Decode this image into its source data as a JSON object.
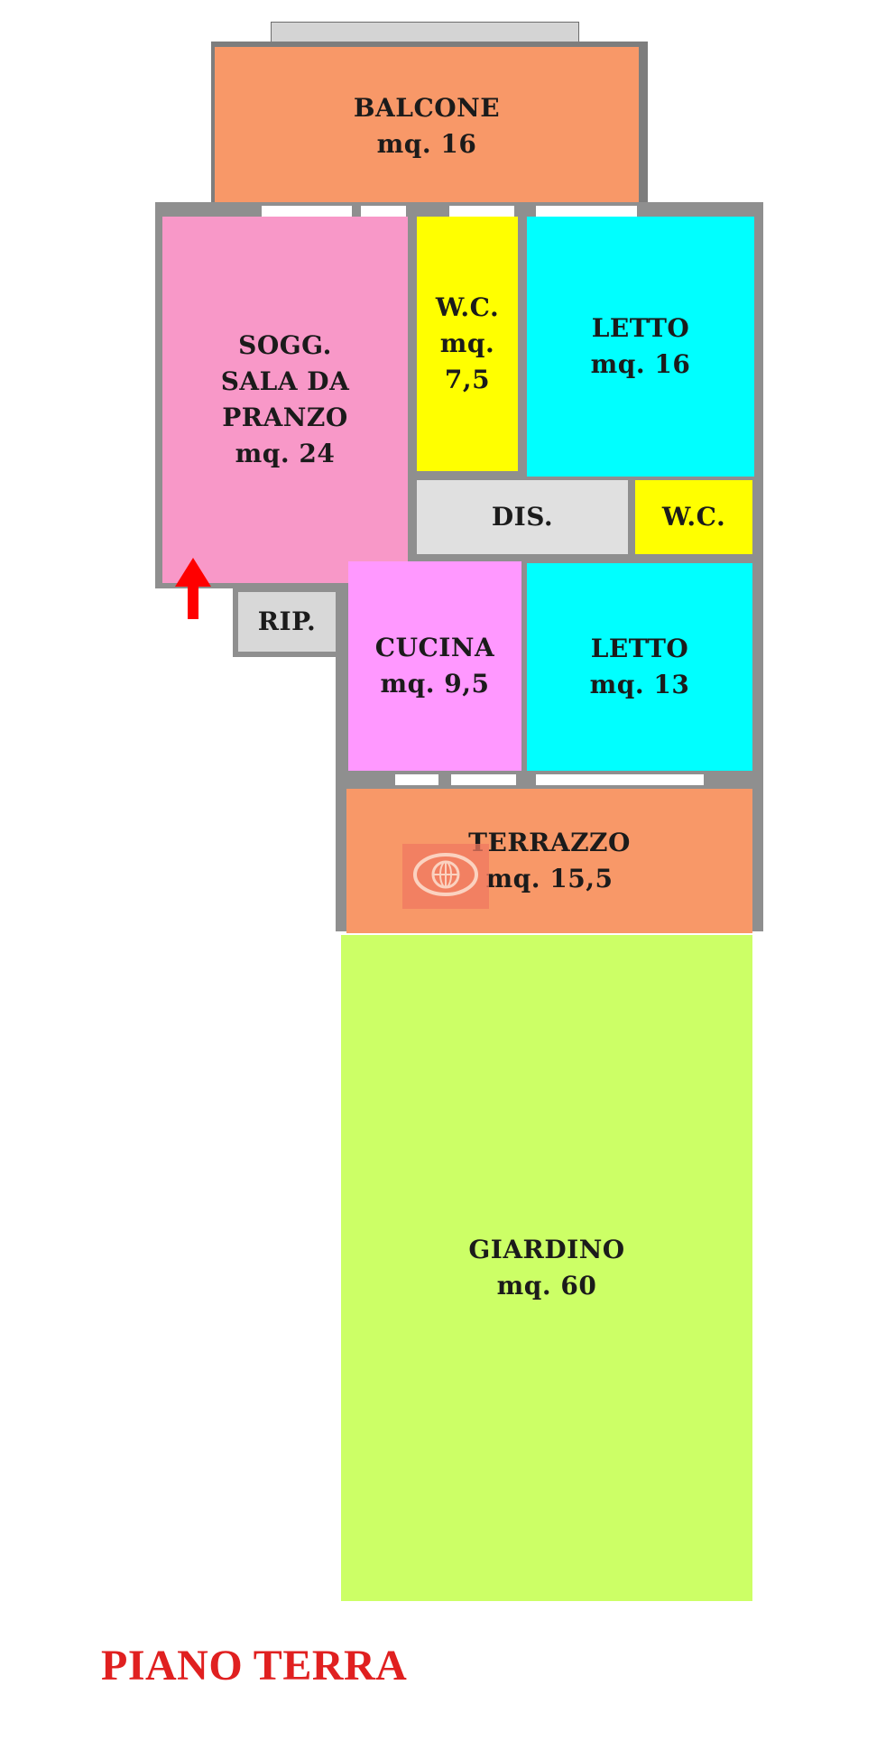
{
  "plan": {
    "title": "PIANO TERRA",
    "rooms": {
      "balcone": {
        "name": "BALCONE",
        "area": "mq. 16",
        "color": "#f89868"
      },
      "soggiorno": {
        "line1": "SOGG.",
        "line2": "SALA DA",
        "line3": "PRANZO",
        "area": "mq. 24",
        "color": "#f898c8"
      },
      "wc_big": {
        "line1": "W.C.",
        "line2": "mq.",
        "line3": "7,5",
        "color": "#ffff00"
      },
      "letto1": {
        "name": "LETTO",
        "area": "mq. 16",
        "color": "#00ffff"
      },
      "dis": {
        "name": "DIS.",
        "color": "#e0e0e0"
      },
      "wc_small": {
        "name": "W.C.",
        "color": "#ffff00"
      },
      "rip": {
        "name": "RIP.",
        "color": "#d8d8d8"
      },
      "cucina": {
        "name": "CUCINA",
        "area": "mq. 9,5",
        "color": "#ff98ff"
      },
      "letto2": {
        "name": "LETTO",
        "area": "mq. 13",
        "color": "#00ffff"
      },
      "terrazzo": {
        "name": "TERRAZZO",
        "area": "mq. 15,5",
        "color": "#f89868"
      },
      "giardino": {
        "name": "GIARDINO",
        "area": "mq. 60",
        "color": "#ccff66"
      }
    },
    "colors": {
      "wall": "#8f8f8f",
      "entrance_arrow": "#ff0000",
      "title": "#e02020"
    },
    "icons": {
      "entrance": "up-arrow-icon",
      "watermark": "globe-logo"
    }
  }
}
